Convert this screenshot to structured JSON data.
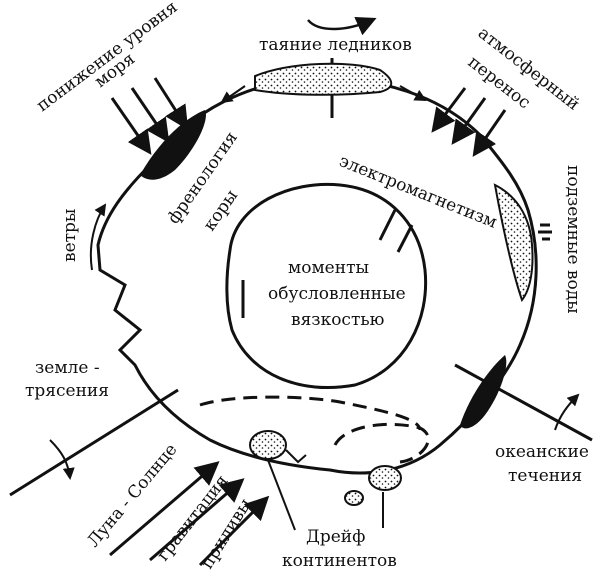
{
  "labels": {
    "glacier_melting": "таяние ледников",
    "sea_level_line1": "понижение уровня",
    "sea_level_line2": "моря",
    "atmo_line1": "атмосферный",
    "atmo_line2": "перенос",
    "underground_water": "подземные воды",
    "crust_line1": "френология",
    "crust_line2": "коры",
    "electromagnetism": "электромагнетизм",
    "winds": "ветры",
    "moments_line1": "моменты",
    "moments_line2": "обусловленные",
    "moments_line3": "вязкостью",
    "quake_line1": "земле -",
    "quake_line2": "трясения",
    "ocean_line1": "океанские",
    "ocean_line2": "течения",
    "moon_sun": "Луна - Солнце",
    "gravity": "гравитация",
    "tides": "приливы",
    "drift_line1": "Дрейф",
    "drift_line2": "континентов"
  },
  "colors": {
    "ink": "#111111",
    "background": "#ffffff"
  }
}
